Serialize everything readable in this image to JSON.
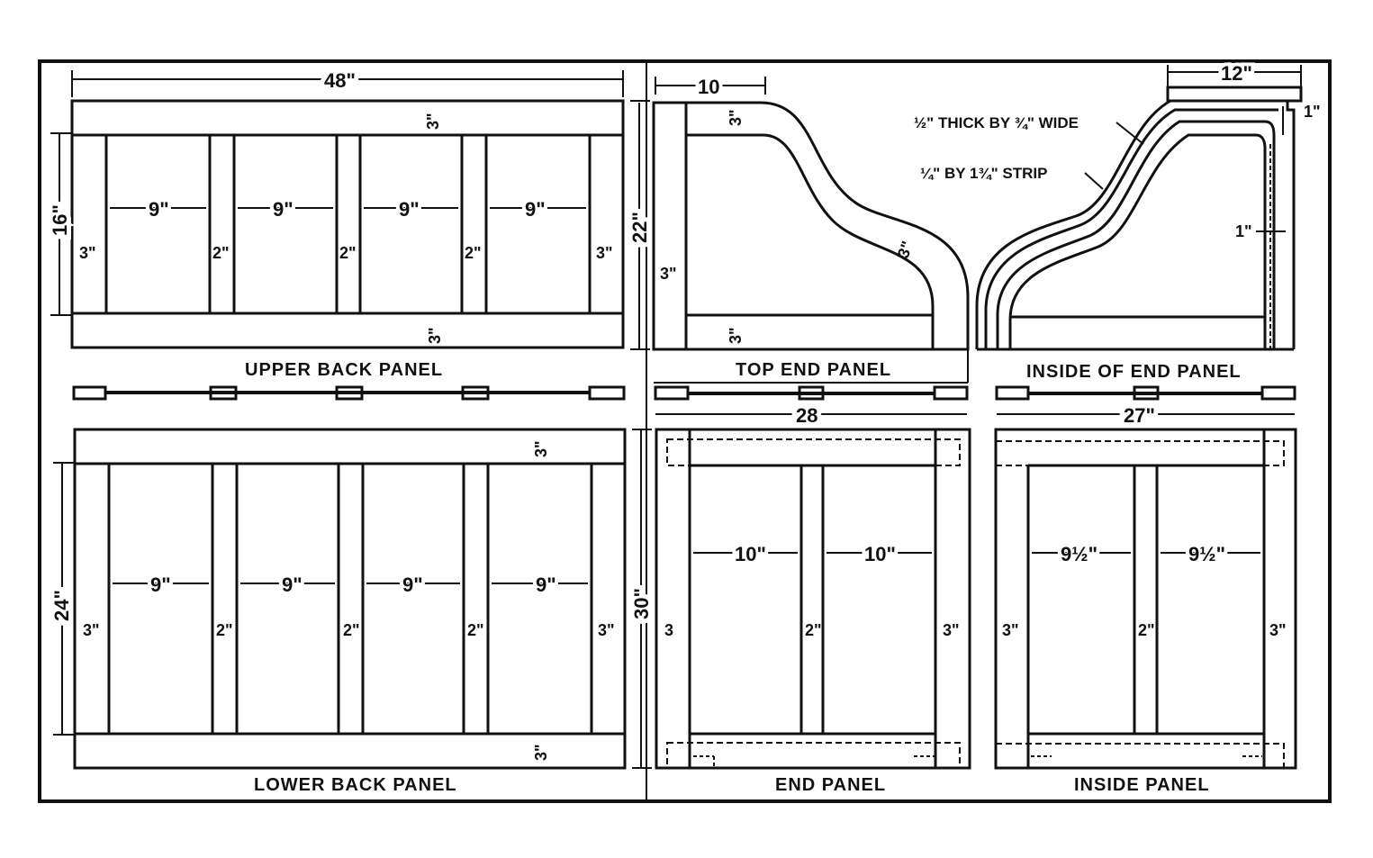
{
  "captions": {
    "upper_back": "UPPER BACK PANEL",
    "top_end": "TOP END PANEL",
    "inside_end": "INSIDE OF END PANEL",
    "lower_back": "LOWER BACK PANEL",
    "end": "END PANEL",
    "inside": "INSIDE PANEL"
  },
  "dims": {
    "w48": "48\"",
    "h16": "16\"",
    "h22": "22\"",
    "w10": "10",
    "w12": "12\"",
    "d1": "1\"",
    "d1b": "1\"",
    "thick": "½\" THICK BY ¾\" WIDE",
    "strip": "¼\" BY 1¾\" STRIP",
    "w28": "28",
    "w27": "27\"",
    "h24": "24\"",
    "h30": "30\"",
    "n9": "9\"",
    "n10": "10\"",
    "n9h": "9½\"",
    "n3": "3\"",
    "n2": "2\"",
    "n3plain": "3"
  }
}
